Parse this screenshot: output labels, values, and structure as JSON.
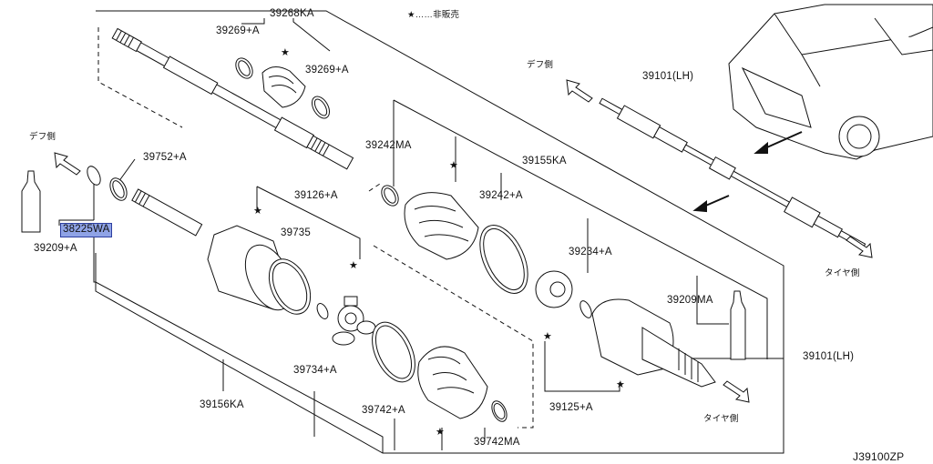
{
  "legend": {
    "star": "★",
    "text": "……非販売"
  },
  "directions": {
    "diff_side": "デフ側",
    "tire_side": "タイヤ側"
  },
  "figure_code": "J39100ZP",
  "parts": [
    "39268KA",
    "39269+A",
    "39269+A",
    "39752+A",
    "38225WA",
    "39209+A",
    "39242MA",
    "39242+A",
    "39155KA",
    "39126+A",
    "39735",
    "39734+A",
    "39156KA",
    "39742+A",
    "39742MA",
    "39234+A",
    "39209MA",
    "39125+A",
    "39101(LH)",
    "39101(LH)"
  ],
  "highlighted_part": "38225WA"
}
